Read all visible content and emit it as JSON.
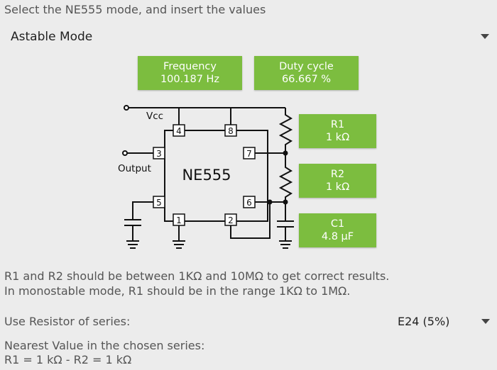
{
  "header": {
    "prompt": "Select the NE555 mode, and insert the values"
  },
  "mode_select": {
    "value": "Astable Mode"
  },
  "results": {
    "frequency": {
      "label": "Frequency",
      "value": "100.187 Hz"
    },
    "duty": {
      "label": "Duty cycle",
      "value": "66.667 %"
    }
  },
  "components": {
    "r1": {
      "label": "R1",
      "value": "1 kΩ"
    },
    "r2": {
      "label": "R2",
      "value": "1 kΩ"
    },
    "c1": {
      "label": "C1",
      "value": "4.8 µF"
    }
  },
  "diagram": {
    "chip": "NE555",
    "vcc": "Vcc",
    "output": "Output",
    "pins": [
      "4",
      "8",
      "3",
      "7",
      "5",
      "6",
      "1",
      "2"
    ]
  },
  "notes": {
    "line1": "R1 and R2 should be between 1KΩ and 10MΩ to get correct results.",
    "line2": "In monostable mode, R1 should be in the range 1KΩ to 1MΩ."
  },
  "series": {
    "label": "Use Resistor of series:",
    "value": "E24 (5%)"
  },
  "nearest": {
    "label": "Nearest Value in the chosen series:",
    "value": "R1 = 1 kΩ  -  R2 = 1 kΩ"
  },
  "colors": {
    "accent_green": "#7cbd3f",
    "background": "#ececec"
  }
}
